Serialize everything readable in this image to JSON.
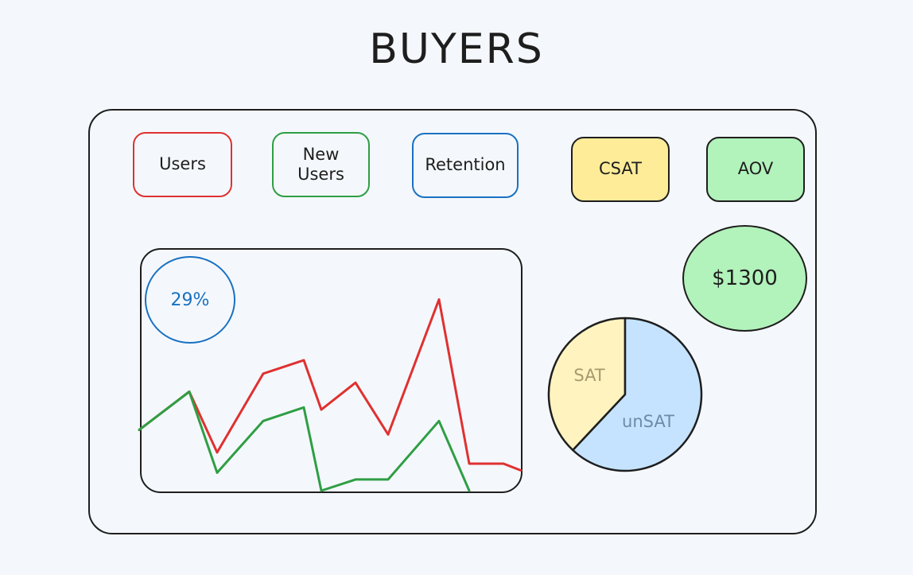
{
  "title": "BUYERS",
  "metrics": {
    "users": "Users",
    "new_users_line1": "New",
    "new_users_line2": "Users",
    "retention": "Retention",
    "csat": "CSAT",
    "aov": "AOV"
  },
  "retention_value": "29%",
  "aov_value": "$1300",
  "colors": {
    "users": "#e03131",
    "new_users": "#2f9e44",
    "retention": "#1971c2",
    "csat_fill": "#ffec99",
    "aov_fill": "#b2f2bb",
    "sat_fill": "#fff3bf",
    "unsat_fill": "#c5e3ff"
  },
  "chart_data": [
    {
      "type": "line",
      "series": [
        {
          "values": [
            0.27,
            0.44,
            0.17,
            0.52,
            0.58,
            0.36,
            0.48,
            0.25,
            0.85,
            0.12,
            0.12,
            0.09
          ]
        },
        {
          "values": [
            0.27,
            0.44,
            0.08,
            0.31,
            0.37,
            0.0,
            0.05,
            0.05,
            0.31,
            0.0
          ]
        }
      ]
    },
    {
      "type": "pie",
      "categories": [
        "SAT",
        "unSAT"
      ],
      "values": [
        38,
        62
      ]
    }
  ]
}
